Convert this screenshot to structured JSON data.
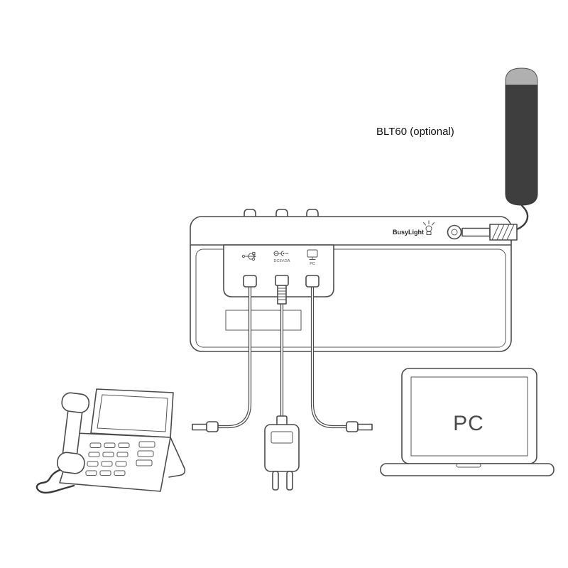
{
  "diagram": {
    "type": "hardware-connection-diagram",
    "labels": {
      "blt60": "BLT60 (optional)",
      "busylight_port": "BusyLight",
      "pc": "PC"
    },
    "ports": [
      {
        "icon": "usb-icon",
        "label": ""
      },
      {
        "icon": "dc-power-icon",
        "label": "DC5V/2A"
      },
      {
        "icon": "pc-port-icon",
        "label": "PC"
      }
    ],
    "components": {
      "busylight": "busylight-tower",
      "device": "speakerphone-rear-panel",
      "phone": "ip-desk-phone",
      "adapter": "power-adapter",
      "laptop": "laptop-pc"
    },
    "colors": {
      "line": "#4a4a4a",
      "busylight_body": "#3e3e3e",
      "busylight_cap": "#b0b0b0",
      "text": "#1a1a1a"
    }
  }
}
